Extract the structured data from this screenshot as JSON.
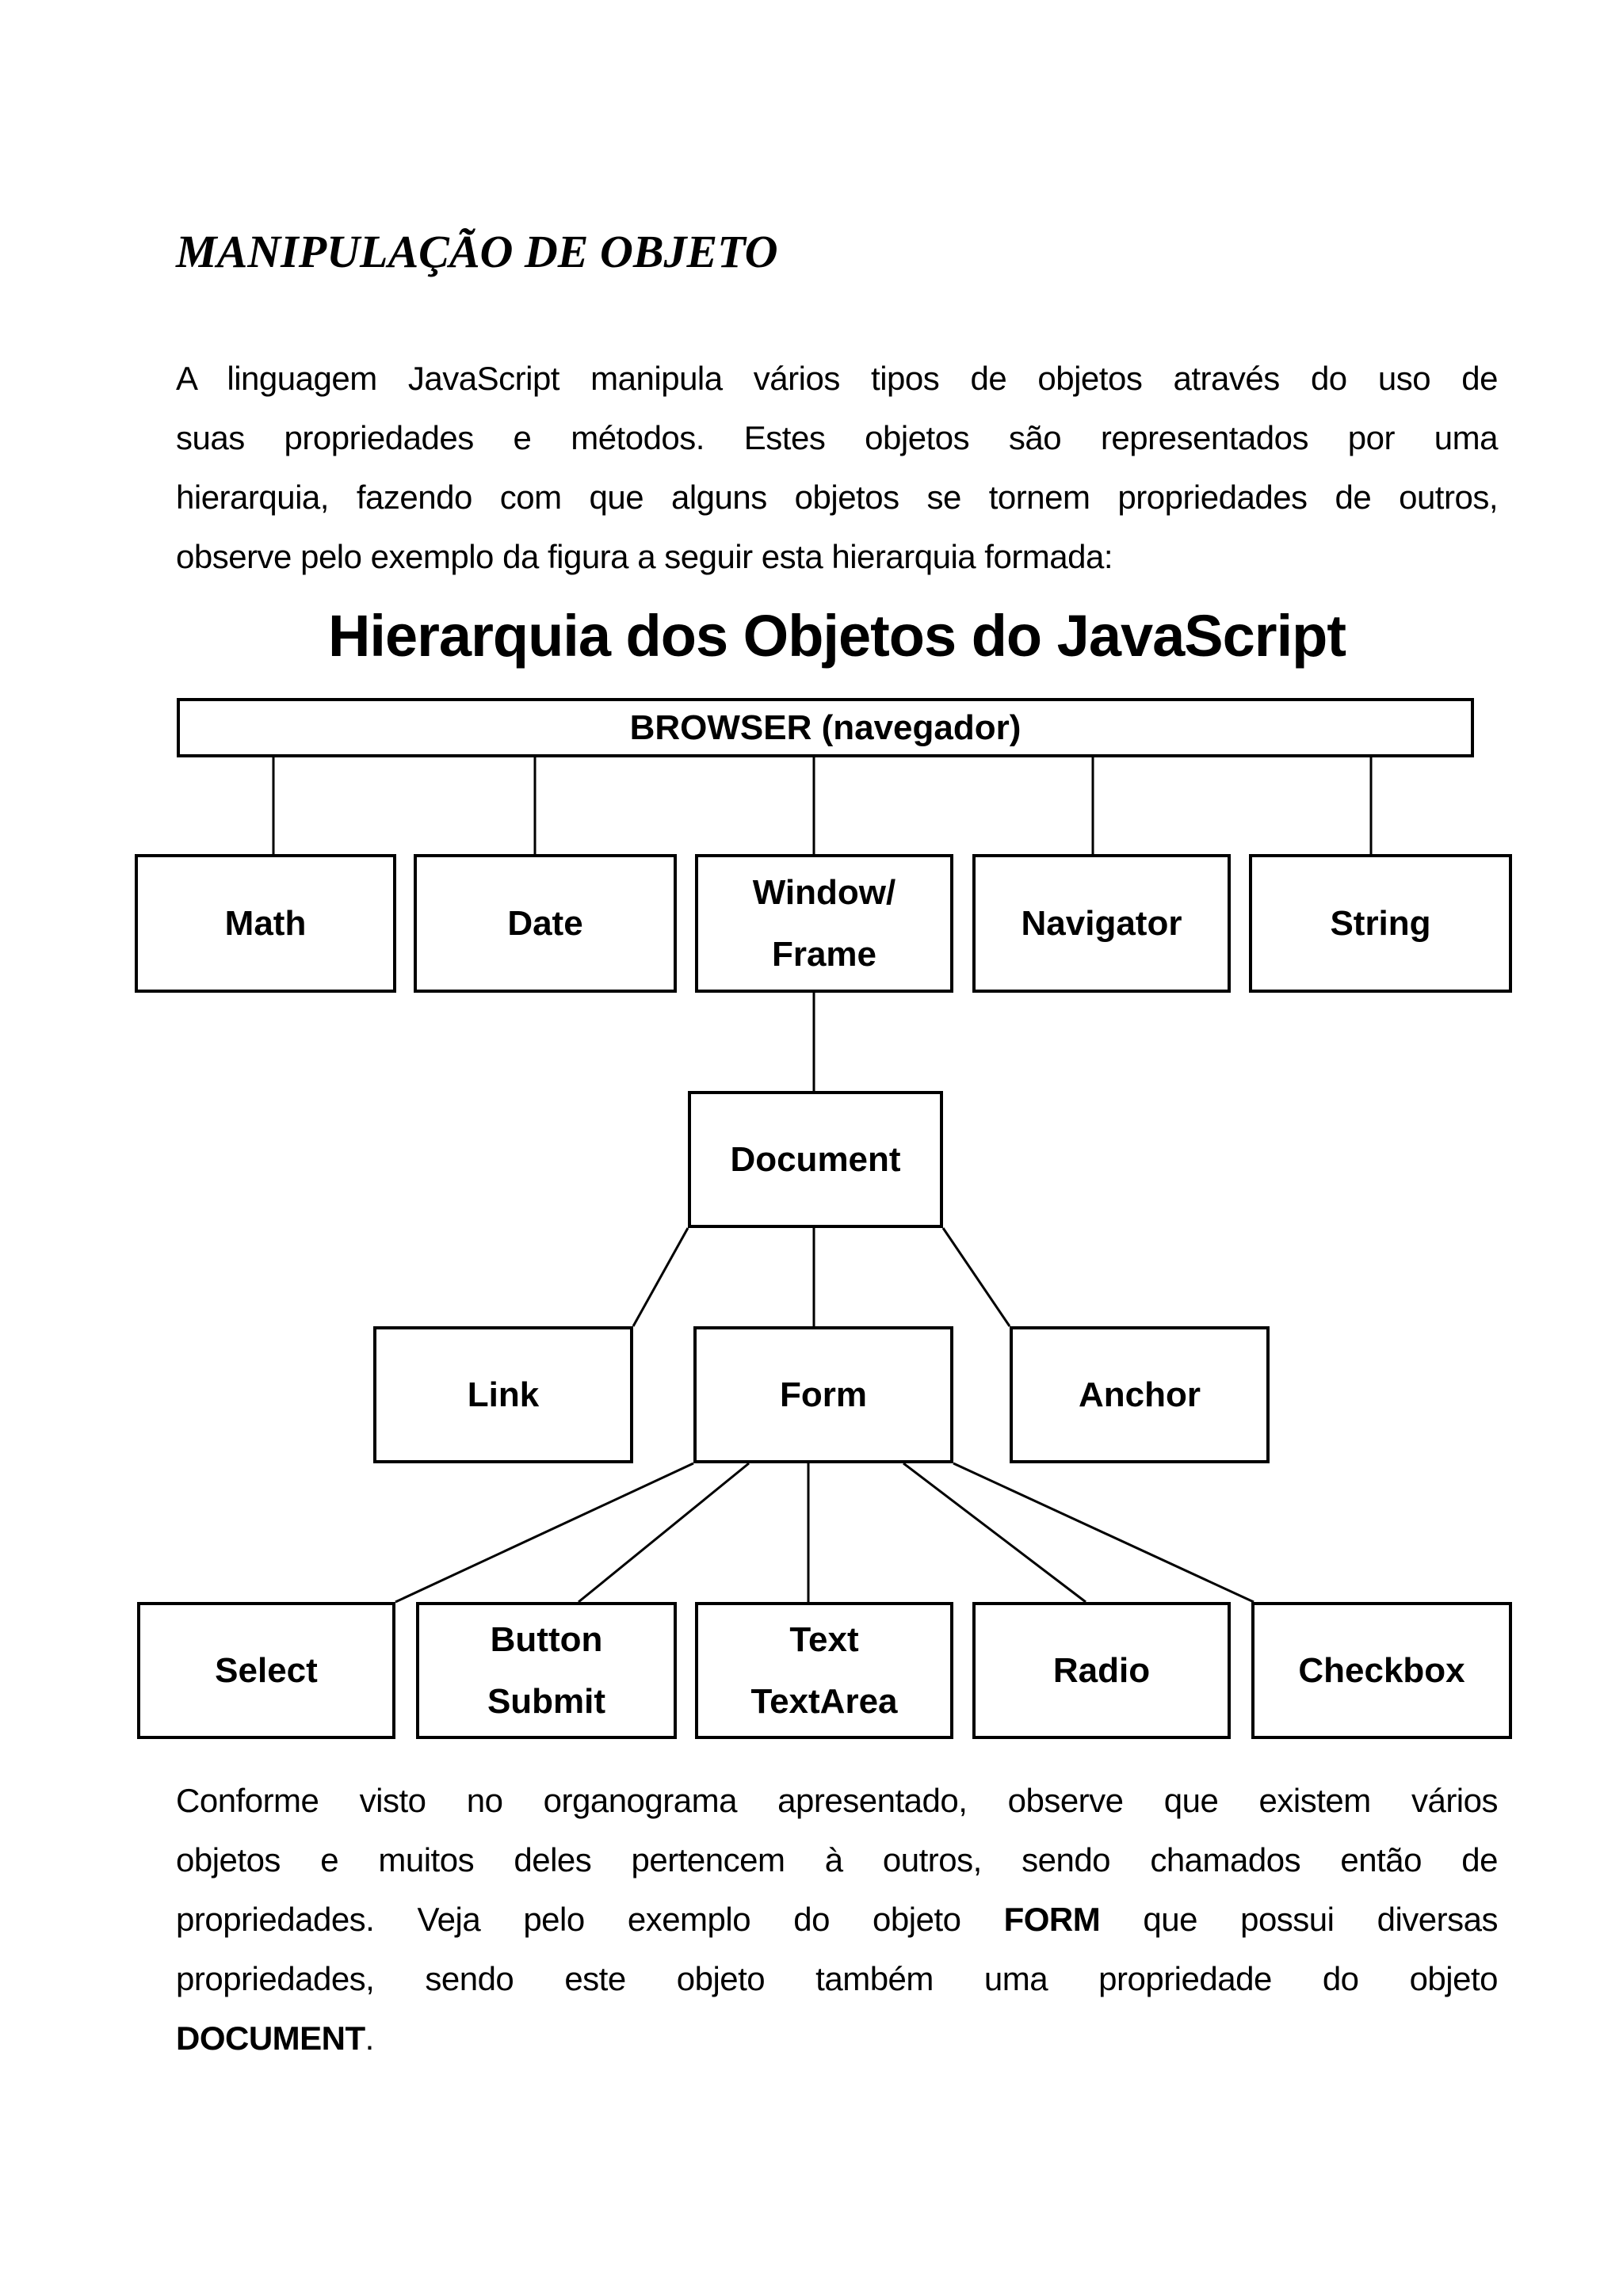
{
  "colors": {
    "text": "#000000",
    "background": "#ffffff",
    "line": "#000000"
  },
  "header": {
    "title": "MANIPULAÇÃO DE OBJETO"
  },
  "intro_paragraph": {
    "lines": [
      "A linguagem JavaScript manipula vários tipos de objetos através do uso de",
      "suas propriedades e métodos. Estes objetos são representados por uma",
      "hierarquia, fazendo com que alguns objetos se tornem propriedades de outros,",
      "observe pelo exemplo da figura a seguir esta hierarquia formada:"
    ]
  },
  "diagram": {
    "title": "Hierarquia dos Objetos do JavaScript",
    "boxes": {
      "browser": "BROWSER (navegador)",
      "math": "Math",
      "date": "Date",
      "window_frame_line1": "Window/",
      "window_frame_line2": "Frame",
      "navigator": "Navigator",
      "string": "String",
      "document": "Document",
      "link": "Link",
      "form": "Form",
      "anchor": "Anchor",
      "select": "Select",
      "button_line1": "Button",
      "button_line2": "Submit",
      "text_line1": "Text",
      "text_line2": "TextArea",
      "radio": "Radio",
      "checkbox": "Checkbox"
    }
  },
  "closing_paragraph": {
    "line1": "Conforme visto no organograma apresentado, observe que existem vários",
    "line2": "objetos e muitos deles pertencem à outros, sendo chamados então de",
    "line3_pre": "propriedades. Veja pelo exemplo do objeto",
    "line3_bold": "FORM",
    "line3_post": "que possui diversas",
    "line4": "propriedades, sendo este objeto também uma propriedade do objeto",
    "line5_bold": "DOCUMENT",
    "line5_end": "."
  }
}
